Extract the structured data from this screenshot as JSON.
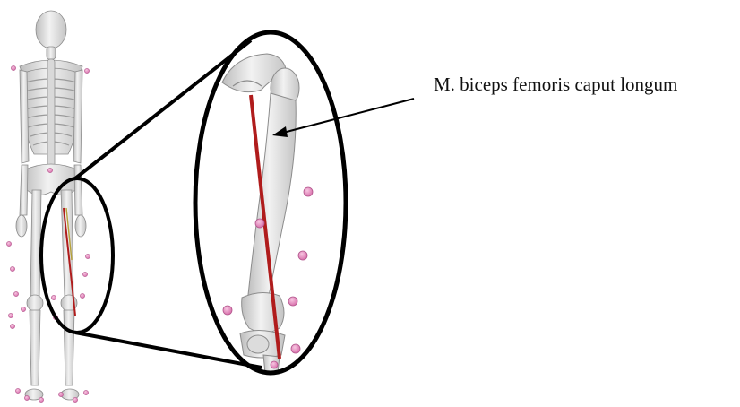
{
  "diagram": {
    "annotation_label": "M. biceps femoris caput longum",
    "subject": "skeleton-posterior-view",
    "zoom_region": "right-thigh",
    "colors": {
      "bone": "#e6e6e6",
      "bone_shade": "#bdbdbd",
      "bone_outline": "#8c8c8c",
      "muscle_line": "#b01c1c",
      "marker": "#e98bc2",
      "marker_edge": "#b2558c",
      "outline": "#000000",
      "arrow": "#000000"
    }
  }
}
